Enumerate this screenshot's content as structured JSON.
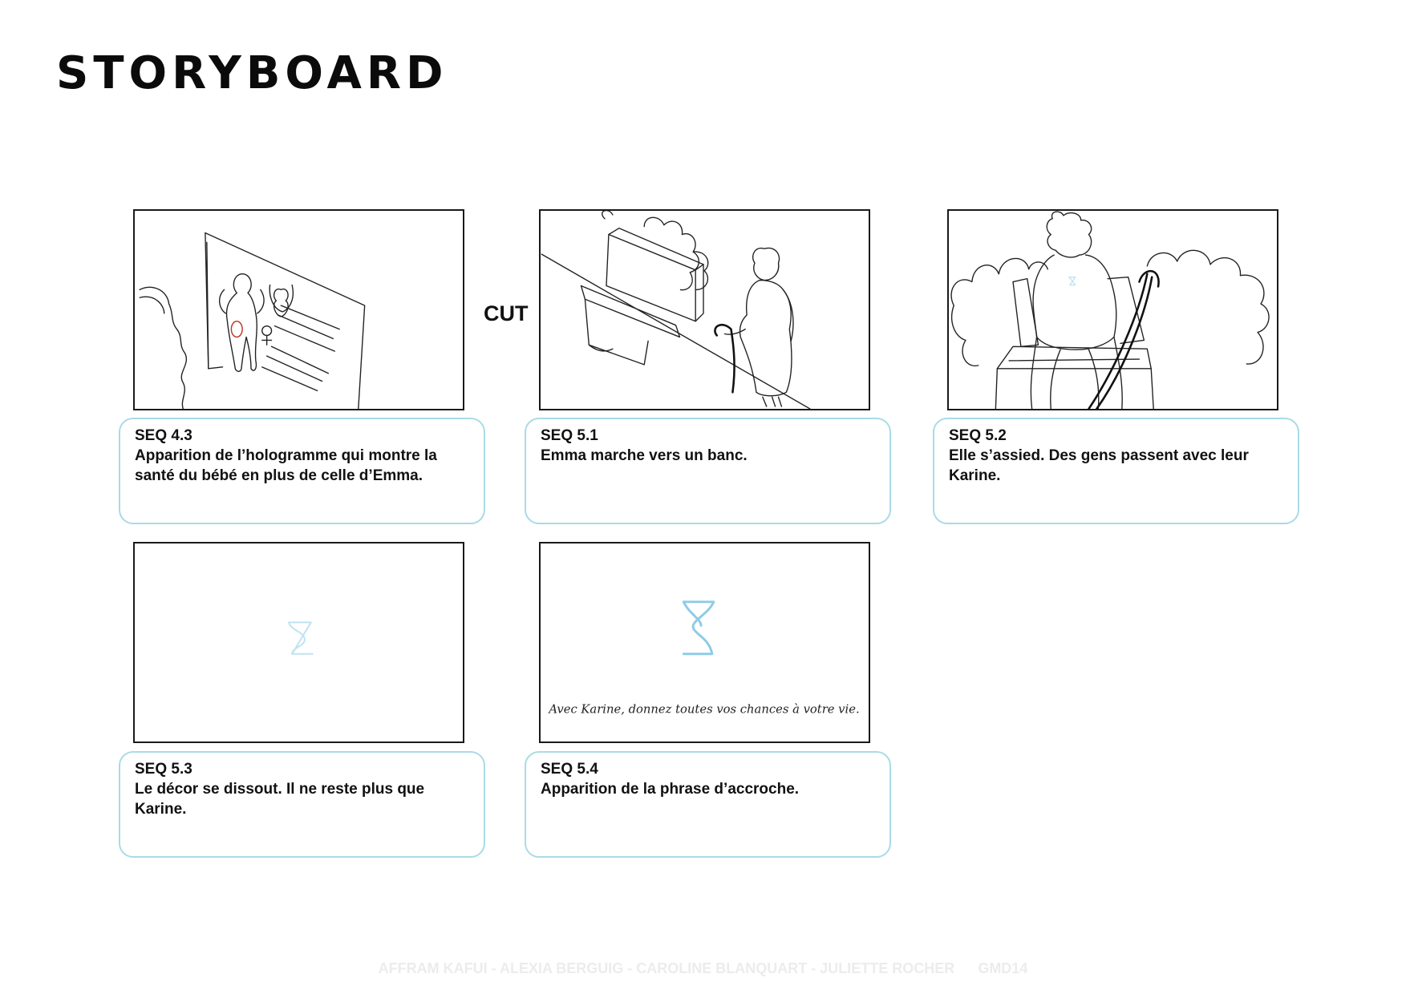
{
  "page": {
    "title": "STORYBOARD",
    "transition_label": "CUT",
    "footer": {
      "authors": "AFFRAM KAFUI - ALEXIA BERGUIG - CAROLINE BLANQUART - JULIETTE ROCHER",
      "code": "GMD14"
    }
  },
  "panels": [
    {
      "seq": "SEQ 4.3",
      "description": "Apparition de l’hologramme qui montre la santé du bébé en plus de celle d’Emma."
    },
    {
      "seq": "SEQ 5.1",
      "description": "Emma marche vers un banc."
    },
    {
      "seq": "SEQ 5.2",
      "description": "Elle s’assied. Des gens passent avec leur Karine."
    },
    {
      "seq": "SEQ 5.3",
      "description": "Le décor se dissout. Il ne reste plus que Karine."
    },
    {
      "seq": "SEQ 5.4",
      "description": "Apparition de la phrase d’accroche."
    }
  ],
  "tagline": "Avec Karine, donnez toutes vos chances à votre vie.",
  "colors": {
    "caption_border": "#a9dbe6",
    "logo_blue": "#8fcbe6",
    "footer_text": "#ececec"
  }
}
